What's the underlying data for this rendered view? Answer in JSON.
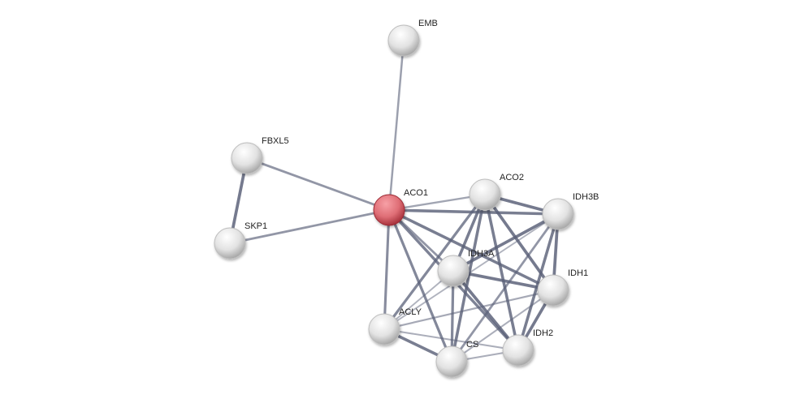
{
  "network": {
    "query_color": "#e0707a",
    "node_color": "#e8e8e8",
    "edge_color": "#5a6078",
    "nodes": [
      {
        "id": "EMB",
        "label": "EMB",
        "query": false
      },
      {
        "id": "FBXL5",
        "label": "FBXL5",
        "query": false
      },
      {
        "id": "SKP1",
        "label": "SKP1",
        "query": false
      },
      {
        "id": "ACO1",
        "label": "ACO1",
        "query": true
      },
      {
        "id": "ACO2",
        "label": "ACO2",
        "query": false
      },
      {
        "id": "IDH3B",
        "label": "IDH3B",
        "query": false
      },
      {
        "id": "IDH3A",
        "label": "IDH3A",
        "query": false
      },
      {
        "id": "IDH1",
        "label": "IDH1",
        "query": false
      },
      {
        "id": "ACLY",
        "label": "ACLY",
        "query": false
      },
      {
        "id": "CS",
        "label": "CS",
        "query": false
      },
      {
        "id": "IDH2",
        "label": "IDH2",
        "query": false
      }
    ],
    "edges": [
      {
        "source": "EMB",
        "target": "ACO1",
        "confidence": 0.5
      },
      {
        "source": "FBXL5",
        "target": "SKP1",
        "confidence": 0.9
      },
      {
        "source": "FBXL5",
        "target": "ACO1",
        "confidence": 0.6
      },
      {
        "source": "SKP1",
        "target": "ACO1",
        "confidence": 0.6
      },
      {
        "source": "ACO1",
        "target": "ACO2",
        "confidence": 0.45
      },
      {
        "source": "ACO1",
        "target": "IDH3B",
        "confidence": 0.85
      },
      {
        "source": "ACO1",
        "target": "IDH3A",
        "confidence": 0.6
      },
      {
        "source": "ACO1",
        "target": "IDH1",
        "confidence": 0.85
      },
      {
        "source": "ACO1",
        "target": "IDH2",
        "confidence": 0.8
      },
      {
        "source": "ACO1",
        "target": "CS",
        "confidence": 0.75
      },
      {
        "source": "ACO1",
        "target": "ACLY",
        "confidence": 0.7
      },
      {
        "source": "ACO2",
        "target": "IDH3B",
        "confidence": 0.9
      },
      {
        "source": "ACO2",
        "target": "IDH3A",
        "confidence": 0.85
      },
      {
        "source": "ACO2",
        "target": "IDH1",
        "confidence": 0.9
      },
      {
        "source": "ACO2",
        "target": "IDH2",
        "confidence": 0.85
      },
      {
        "source": "ACO2",
        "target": "CS",
        "confidence": 0.85
      },
      {
        "source": "ACO2",
        "target": "ACLY",
        "confidence": 0.75
      },
      {
        "source": "IDH3B",
        "target": "IDH3A",
        "confidence": 0.9
      },
      {
        "source": "IDH3B",
        "target": "IDH1",
        "confidence": 0.9
      },
      {
        "source": "IDH3B",
        "target": "IDH2",
        "confidence": 0.85
      },
      {
        "source": "IDH3B",
        "target": "CS",
        "confidence": 0.6
      },
      {
        "source": "IDH3B",
        "target": "ACLY",
        "confidence": 0.3
      },
      {
        "source": "IDH3A",
        "target": "IDH1",
        "confidence": 0.9
      },
      {
        "source": "IDH3A",
        "target": "IDH2",
        "confidence": 0.9
      },
      {
        "source": "IDH3A",
        "target": "CS",
        "confidence": 0.75
      },
      {
        "source": "IDH3A",
        "target": "ACLY",
        "confidence": 0.3
      },
      {
        "source": "IDH1",
        "target": "IDH2",
        "confidence": 0.9
      },
      {
        "source": "IDH1",
        "target": "ACLY",
        "confidence": 0.4
      },
      {
        "source": "IDH1",
        "target": "CS",
        "confidence": 0.35
      },
      {
        "source": "ACLY",
        "target": "CS",
        "confidence": 0.85
      },
      {
        "source": "ACLY",
        "target": "IDH2",
        "confidence": 0.35
      },
      {
        "source": "CS",
        "target": "IDH2",
        "confidence": 0.35
      }
    ]
  }
}
